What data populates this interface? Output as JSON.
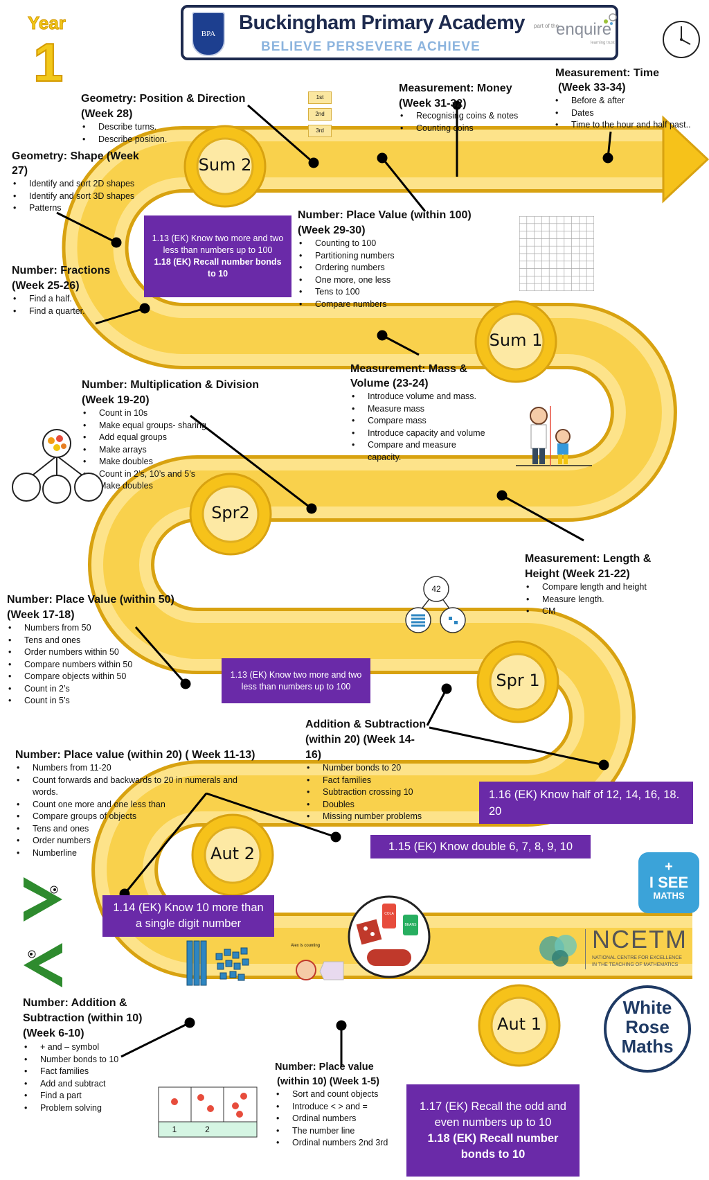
{
  "year": {
    "label": "Year",
    "number": "1"
  },
  "school": {
    "crest": "BPA",
    "name": "Buckingham Primary Academy",
    "motto": "BELIEVE PERSEVERE ACHIEVE",
    "partner_small": "part of the",
    "partner": "enquire",
    "partner_sub": "learning trust"
  },
  "hubs": {
    "sum2": "Sum 2",
    "sum1": "Sum 1",
    "spr2": "Spr2",
    "spr1": "Spr 1",
    "aut2": "Aut 2",
    "aut1": "Aut 1"
  },
  "topics": {
    "time": {
      "title": "Measurement: Time",
      "week": "(Week  33-34)",
      "items": [
        "Before & after",
        "Dates",
        "Time to the hour and half past.."
      ]
    },
    "money": {
      "title": "Measurement: Money",
      "week": "(Week 31-32)",
      "items": [
        "Recognising coins & notes",
        "Counting coins"
      ]
    },
    "position": {
      "title": "Geometry: Position & Direction",
      "week": "(Week 28)",
      "items": [
        "Describe turns.",
        "Describe position."
      ]
    },
    "shape": {
      "title": "Geometry: Shape (Week",
      "week": "27)",
      "items": [
        "Identify and sort 2D shapes",
        "Identify and sort 3D shapes",
        "Patterns"
      ]
    },
    "place100": {
      "title": "Number: Place Value (within 100)",
      "week": "(Week 29-30)",
      "items": [
        "Counting to 100",
        "Partitioning numbers",
        "Ordering numbers",
        "One more, one less",
        "Tens to 100",
        "Compare numbers"
      ]
    },
    "fractions": {
      "title": "Number: Fractions",
      "week": "(Week 25-26)",
      "items": [
        "Find a half.",
        "Find a quarter."
      ]
    },
    "mass": {
      "title": "Measurement: Mass &",
      "week": "Volume (23-24)",
      "items": [
        "Introduce volume and mass.",
        "Measure mass",
        "Compare mass",
        "Introduce capacity and volume",
        "Compare and measure capacity."
      ]
    },
    "multiplication": {
      "title": "Number: Multiplication & Division",
      "week": "(Week 19-20)",
      "items": [
        "Count in 10s",
        "Make equal groups- sharing",
        "Add equal groups",
        "Make arrays",
        "Make doubles",
        "Count in 2’s, 10’s and 5’s",
        "Make doubles"
      ]
    },
    "length": {
      "title": "Measurement: Length &",
      "week": "Height (Week 21-22)",
      "items": [
        "Compare length and height",
        "Measure length.",
        "CM"
      ]
    },
    "place50": {
      "title": "Number: Place Value (within 50)",
      "week": "(Week 17-18)",
      "items": [
        "Numbers from 50",
        "Tens and ones",
        "Order numbers within 50",
        "Compare numbers  within 50",
        "Compare objects within 50",
        "Count in 2’s",
        "Count in 5’s"
      ]
    },
    "addsub20": {
      "title": "Addition & Subtraction",
      "week": "(within 20) (Week 14-",
      "week2": "16)",
      "items": [
        "Number bonds to 20",
        "Fact families",
        "Subtraction crossing 10",
        "Doubles",
        "Missing number problems"
      ]
    },
    "place20": {
      "title": "Number: Place value (within 20) ( Week 11-13)",
      "items": [
        "Numbers from 11-20",
        "Count forwards and backwards to 20 in numerals and words.",
        "Count one more and one less than",
        "Compare groups of objects",
        "Tens and ones",
        "Order numbers",
        "Numberline"
      ]
    },
    "addsub10": {
      "title": "Number: Addition &",
      "week": "Subtraction (within 10)",
      "week2": "(Week 6-10)",
      "items": [
        "+ and – symbol",
        "Number bonds to 10",
        "Fact families",
        "Add and subtract",
        "Find a part",
        "Problem solving"
      ]
    },
    "place10": {
      "title": "Number: Place value",
      "week": "(within 10) (Week  1-5)",
      "items": [
        "Sort and count objects",
        "Introduce < > and =",
        "Ordinal numbers",
        "The number line",
        "Ordinal numbers  2nd 3rd"
      ]
    }
  },
  "boxes": {
    "b1": {
      "line1": "1.13 (EK) Know two more and two less than numbers up to 100",
      "line2": "1.18 (EK) Recall number bonds to 10"
    },
    "b2": {
      "line1": "1.13 (EK) Know two more and two less than numbers up to 100"
    },
    "b3": {
      "line1": "1.16 (EK) Know half of 12, 14, 16, 18. 20"
    },
    "b4": {
      "line1": "1.15 (EK) Know double 6, 7, 8, 9, 10"
    },
    "b5": {
      "line1": "1.14 (EK) Know 10 more than a single digit number"
    },
    "b6": {
      "line1": "1.17 (EK) Recall the odd and even numbers up to 10",
      "line2": "1.18 (EK) Recall number bonds to 10"
    }
  },
  "pictures": {
    "ordinals": [
      "1st",
      "2nd",
      "3rd"
    ],
    "partwhole": "42",
    "ten_frame": [
      "1",
      "2"
    ],
    "alex": "Alex is counting",
    "cola": "COLA",
    "beans": "BEANS"
  },
  "logos": {
    "isee1": "I SEE",
    "isee2": "MATHS",
    "ncetm": "NCETM",
    "ncetm_sub1": "NATIONAL CENTRE FOR EXCELLENCE",
    "ncetm_sub2": "IN THE TEACHING OF MATHEMATICS",
    "wrm1": "White",
    "wrm2": "Rose",
    "wrm3": "Maths"
  },
  "colors": {
    "road": "#f6c21a",
    "road_light": "#fbe7a0",
    "purple": "#6a2aa8",
    "navy": "#1d2a4e",
    "year": "#f2c81a",
    "motto": "#8cb4de"
  }
}
